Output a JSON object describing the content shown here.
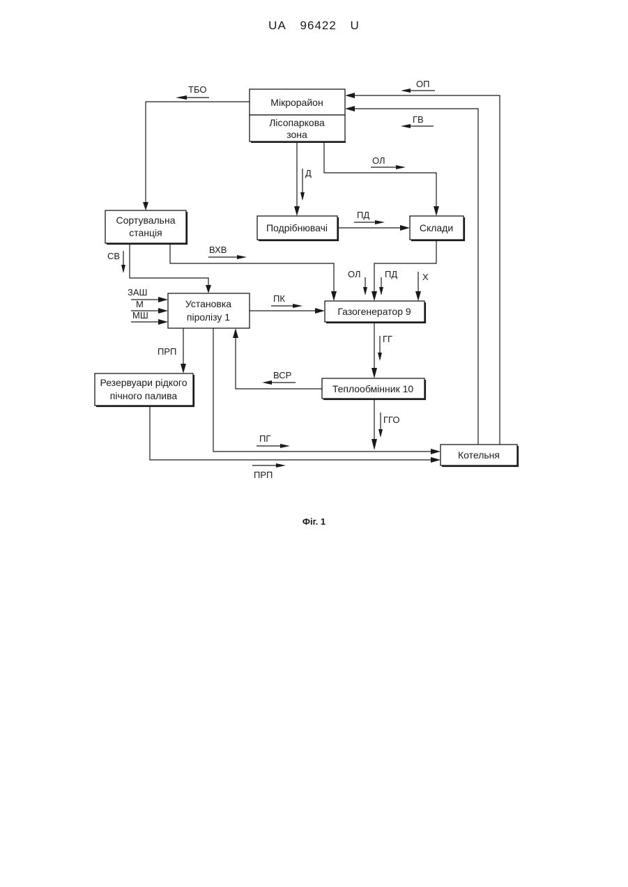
{
  "header": {
    "country": "UA",
    "number": "96422",
    "kind": "U"
  },
  "boxes": {
    "mikroraion": "Мікрорайон",
    "lisoparkova_1": "Лісопаркова",
    "lisoparkova_2": "зона",
    "sortuvalna_1": "Сортувальна",
    "sortuvalna_2": "станція",
    "podribnyuvachi": "Подрібнювачі",
    "skladu": "Склади",
    "ustanovka_1": "Установка",
    "ustanovka_2": "піролізу 1",
    "gazogenerator": "Газогенератор 9",
    "teploobminnyk": "Теплообмінник 10",
    "rezervuary_1": "Резервуари рідкого",
    "rezervuary_2": "пічного палива",
    "kotelnya": "Котельня"
  },
  "flows": {
    "tbo": "ТБО",
    "op": "ОП",
    "gv": "ГВ",
    "d": "Д",
    "ol_top": "ОЛ",
    "pd_mid": "ПД",
    "cv": "СВ",
    "vhv": "ВХВ",
    "ol_gas": "ОЛ",
    "pd_gas": "ПД",
    "x": "Х",
    "zash": "ЗАШ",
    "m": "М",
    "msh": "МШ",
    "pk": "ПК",
    "prp_down": "ПРП",
    "gg": "ГГ",
    "vsr": "ВСР",
    "ggo": "ГГО",
    "pg": "ПГ",
    "prp_bottom": "ПРП"
  },
  "caption": "Фіг. 1"
}
